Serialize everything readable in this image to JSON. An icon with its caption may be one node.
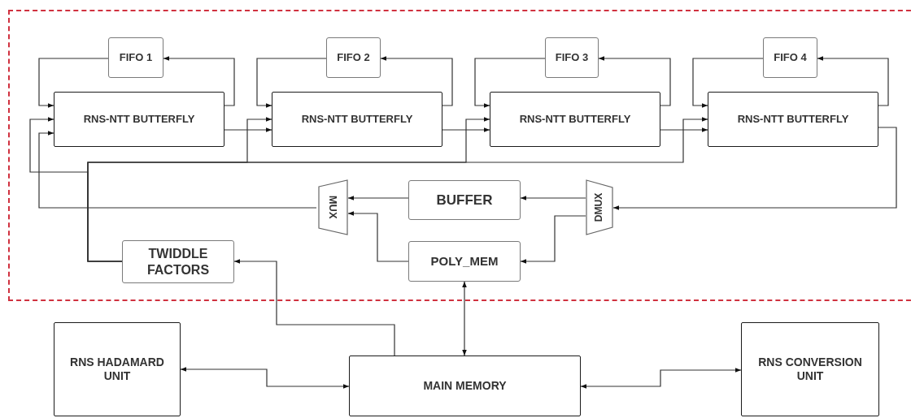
{
  "diagram": {
    "nodes": [
      {
        "text": [
          "FIFO 1"
        ]
      },
      {
        "text": [
          "RNS-NTT BUTTERFLY"
        ]
      },
      {
        "text": [
          "FIFO 2"
        ]
      },
      {
        "text": [
          "RNS-NTT BUTTERFLY"
        ]
      },
      {
        "text": [
          "FIFO 3"
        ]
      },
      {
        "text": [
          "RNS-NTT BUTTERFLY"
        ]
      },
      {
        "text": [
          "FIFO 4"
        ]
      },
      {
        "text": [
          "RNS-NTT BUTTERFLY"
        ]
      },
      {
        "text": [
          "MUX"
        ]
      },
      {
        "text": [
          "BUFFER"
        ]
      },
      {
        "text": [
          "DMUX"
        ]
      },
      {
        "text": [
          "TWIDDLE FACTORS"
        ]
      },
      {
        "text": [
          "POLY_MEM"
        ]
      },
      {
        "text": [
          "RNS HADAMARD UNIT"
        ]
      },
      {
        "text": [
          "MAIN MEMORY"
        ]
      },
      {
        "text": [
          "RNS CONVERSION UNIT"
        ]
      }
    ],
    "edges": [
      {
        "from": 1,
        "to": 0,
        "arrow": "to"
      },
      {
        "from": 0,
        "to": 1,
        "arrow": "to"
      },
      {
        "from": 3,
        "to": 2,
        "arrow": "to"
      },
      {
        "from": 2,
        "to": 3,
        "arrow": "to"
      },
      {
        "from": 5,
        "to": 4,
        "arrow": "to"
      },
      {
        "from": 4,
        "to": 5,
        "arrow": "to"
      },
      {
        "from": 7,
        "to": 6,
        "arrow": "to"
      },
      {
        "from": 6,
        "to": 7,
        "arrow": "to"
      },
      {
        "from": 1,
        "to": 3,
        "arrow": "to"
      },
      {
        "from": 3,
        "to": 5,
        "arrow": "to"
      },
      {
        "from": 5,
        "to": 7,
        "arrow": "to"
      },
      {
        "from": 7,
        "to": 10,
        "arrow": "to"
      },
      {
        "from": 10,
        "to": 9,
        "arrow": "to"
      },
      {
        "from": 10,
        "to": 12,
        "arrow": "to"
      },
      {
        "from": 9,
        "to": 8,
        "arrow": "to"
      },
      {
        "from": 12,
        "to": 8,
        "arrow": "to"
      },
      {
        "from": 8,
        "to": 1,
        "arrow": "to"
      },
      {
        "from": 11,
        "to": 1,
        "arrow": "to"
      },
      {
        "from": 11,
        "to": 3,
        "arrow": "to"
      },
      {
        "from": 11,
        "to": 5,
        "arrow": "to"
      },
      {
        "from": 11,
        "to": 7,
        "arrow": "to"
      },
      {
        "from": 14,
        "to": 11,
        "arrow": "to"
      },
      {
        "from": 12,
        "to": 14,
        "arrow": "both"
      },
      {
        "from": 13,
        "to": 14,
        "arrow": "both"
      },
      {
        "from": 14,
        "to": 15,
        "arrow": "both"
      }
    ]
  }
}
